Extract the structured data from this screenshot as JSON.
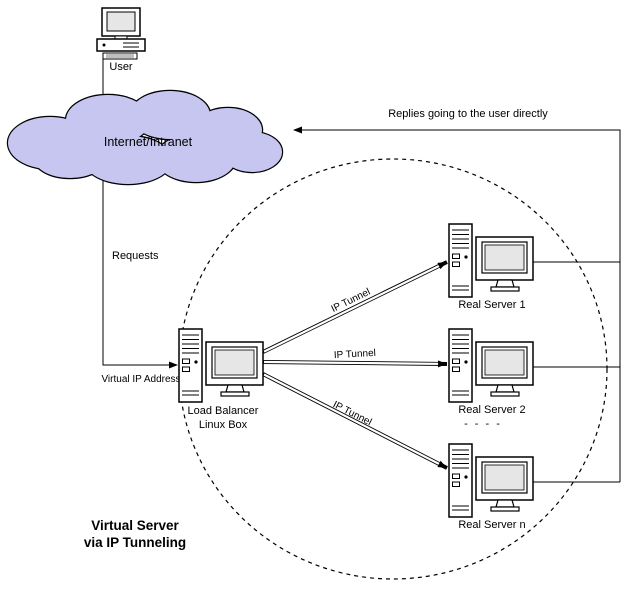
{
  "diagram": {
    "title": {
      "line1": "Virtual Server",
      "line2": "via IP Tunneling"
    },
    "user": {
      "label": "User"
    },
    "cloud": {
      "label": "Internet/Intranet",
      "fill": "#c6c6f0",
      "outline": "#000000"
    },
    "requests_label": "Requests",
    "virtual_ip_label": "Virtual IP Address",
    "load_balancer": {
      "line1": "Load Balancer",
      "line2": "Linux Box"
    },
    "replies_label": "Replies going to the user directly",
    "tunnels": [
      {
        "label": "IP Tunnel"
      },
      {
        "label": "IP Tunnel"
      },
      {
        "label": "IP Tunnel"
      }
    ],
    "servers": [
      {
        "label": "Real Server 1"
      },
      {
        "label": "Real Server 2"
      },
      {
        "label": "Real Server n"
      }
    ],
    "ellipsis": "- - - -",
    "colors": {
      "background": "#ffffff",
      "line": "#000000"
    }
  }
}
